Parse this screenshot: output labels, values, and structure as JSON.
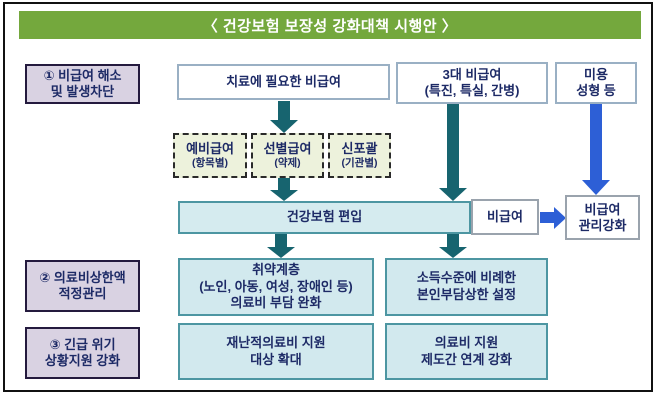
{
  "title": "〈 건강보험 보장성 강화대책 시행안 〉",
  "row1": {
    "label": "① 비급여  해소\n및 발생차단",
    "box_treatment": "치료에 필요한 비급여",
    "box_three_major": "3대 비급여\n(특진, 특실, 간병)",
    "box_cosmetic": "미용\n성형 등"
  },
  "middle": {
    "dashed_boxes": [
      {
        "main": "예비급여",
        "sub": "(항목별)"
      },
      {
        "main": "선별급여",
        "sub": "(약제)"
      },
      {
        "main": "신포괄",
        "sub": "(기관별)"
      }
    ],
    "bar_insurance": "건강보험 편입",
    "box_uncovered": "비급여",
    "box_management": "비급여\n관리강화"
  },
  "row2": {
    "label": "② 의료비상한액\n적정관리",
    "box_left": "취약계층\n(노인, 아동, 여성, 장애인 등)\n의료비 부담 완화",
    "box_right": "소득수준에 비례한\n본인부담상한 설정"
  },
  "row3": {
    "label": "③ 긴급 위기\n상황지원 강화",
    "box_left": "재난적의료비 지원\n대상 확대",
    "box_right": "의료비 지원\n제도간 연계 강화"
  },
  "colors": {
    "header_green": "#74a83d",
    "label_purple_bg": "#d9d2e2",
    "label_border": "#241a3e",
    "teal_arrow": "#17646f",
    "blue_arrow": "#2d5fd6",
    "lightblue_box_bg": "#d2e9ee",
    "teal_box_border": "#4d96a2",
    "dashed_box_bg": "#edf2dc",
    "text_navy": "#1d2a66"
  }
}
